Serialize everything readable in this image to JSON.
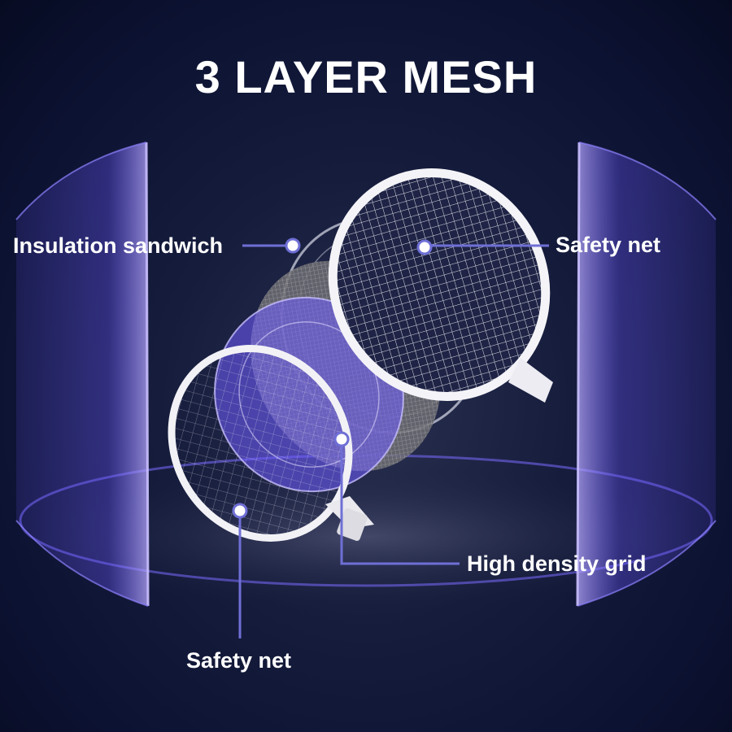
{
  "title": "3 LAYER MESH",
  "callouts": {
    "insulation": "Insulation sandwich",
    "safety_net_right": "Safety net",
    "high_density": "High density grid",
    "safety_net_bottom": "Safety net"
  },
  "colors": {
    "background": "#0c1232",
    "accent_purple": "#6f63ff",
    "callout_line": "#6f6fd6",
    "text": "#ffffff"
  }
}
